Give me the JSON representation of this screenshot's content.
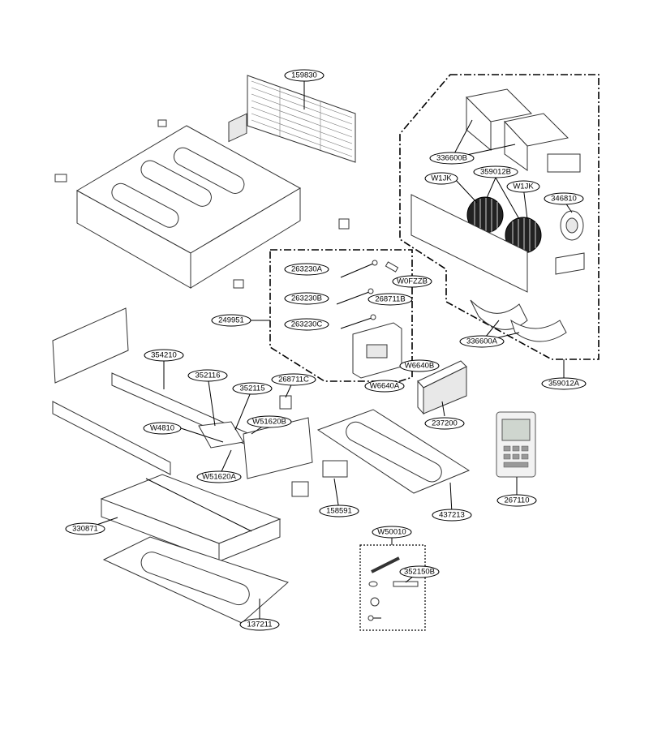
{
  "labels": {
    "p159830": "159830",
    "p336600b": "336600B",
    "p359012b": "359012B",
    "w1jk_left": "W1JK",
    "w1jk_right": "W1JK",
    "p346810": "346810",
    "p263230a": "263230A",
    "p0fzzb": "W0FZZB",
    "p263230b": "263230B",
    "p268711b": "268711B",
    "p249951": "249951",
    "p263230c": "263230C",
    "p336600a": "336600A",
    "p354210": "354210",
    "w6640b": "W6640B",
    "w6640a": "W6640A",
    "p352116": "352116",
    "p268711c": "268711C",
    "p352115": "352115",
    "p359012a": "359012A",
    "w51620b": "W51620B",
    "w4810": "W4810",
    "p237200": "237200",
    "w51620a": "W51620A",
    "p267110": "267110",
    "p158591": "158591",
    "p437213": "437213",
    "p330871": "330871",
    "w50010": "W50010",
    "p352150b": "352150B",
    "p137211": "137211"
  }
}
